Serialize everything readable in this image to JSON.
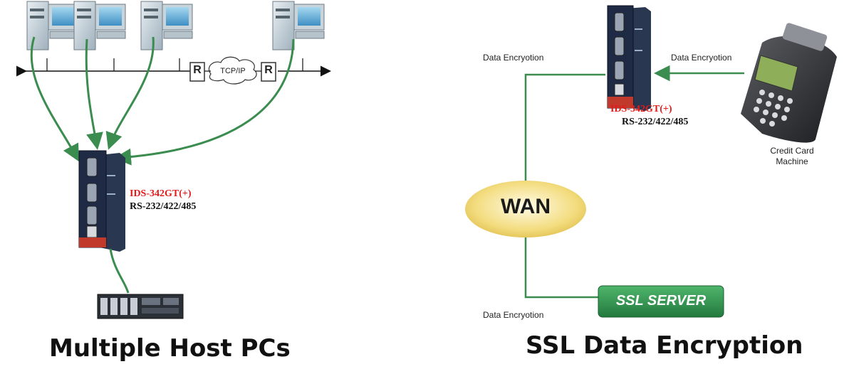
{
  "left": {
    "caption": "Multiple Host PCs",
    "network_protocol": "TCP/IP",
    "router_label": "R",
    "device_model": "IDS-342GT(+)",
    "device_interface": "RS-232/422/485",
    "colors": {
      "arrow": "#3a8c4f",
      "model_text": "#e31b1b"
    }
  },
  "right": {
    "caption": "SSL Data Encryption",
    "wan_label": "WAN",
    "ssl_label": "SSL SERVER",
    "encryption_top_left": "Data Encryotion",
    "encryption_top_right": "Data Encryotion",
    "encryption_bottom": "Data Encryotion",
    "device_model": "IDS-342GT(+)",
    "device_interface": "RS-232/422/485",
    "terminal_label_line1": "Credit Card",
    "terminal_label_line2": "Machine",
    "colors": {
      "line": "#3a8c4f",
      "wan_fill": "#f3dc7e",
      "ssl_fill": "#2e9a4f"
    }
  }
}
